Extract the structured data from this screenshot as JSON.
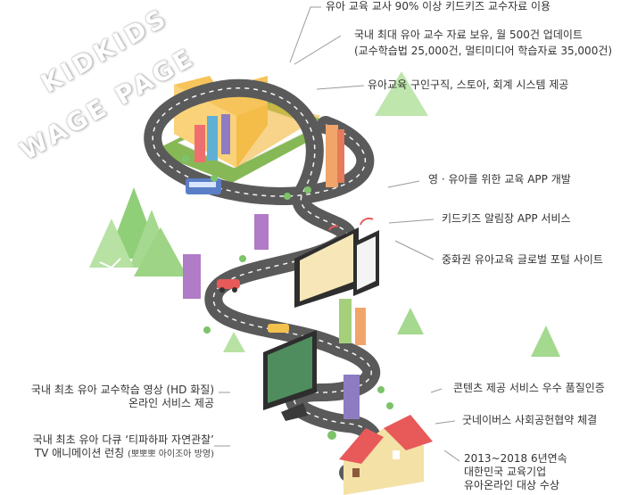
{
  "watermark": {
    "line1": "KIDKIDS",
    "line2": "WAGE PAGE"
  },
  "callouts": {
    "top": [
      {
        "text": "유아 교육 교사 90% 이상 키드키즈 교수자료 이용"
      },
      {
        "text": "국내 최대 유아 교수 자료 보유, 월 500건 업데이트",
        "sub": "(교수학습법 25,000건, 멀티미디어 학습자료 35,000건)"
      },
      {
        "text": "유아교육 구인구직, 스토아, 회계 시스템 제공"
      }
    ],
    "mid": [
      {
        "text": "영 · 유아를 위한 교육 APP 개발"
      },
      {
        "text": "키드키즈 알림장 APP 서비스"
      },
      {
        "text": "중화권 유아교육 글로벌 포털 사이트"
      }
    ],
    "left": [
      {
        "line1": "국내 최초 유아 교수학습 영상 (HD 화질)",
        "line2": "온라인 서비스 제공"
      },
      {
        "line1": "국내 최초 유아 다큐 ‘티파하파 자연관찰’",
        "line2": "TV 애니메이션 런칭",
        "sub": "(뽀뽀뽀 아이조아 방영)"
      }
    ],
    "bottom": [
      {
        "text": "콘텐츠 제공 서비스 우수 품질인증"
      },
      {
        "text": "굿네이버스 사회공헌협약 체결"
      },
      {
        "line1": "2013~2018 6년연속",
        "line2": "대한민국 교육기업",
        "line3": "유아온라인 대상 수상"
      }
    ]
  },
  "colors": {
    "road": "#5a5a5a",
    "roadEdge": "#f5f5f5",
    "ground": "#7db14a",
    "folder": "#f6c45a",
    "tree": "#7cc36a",
    "leader": "#9a9a9a"
  }
}
